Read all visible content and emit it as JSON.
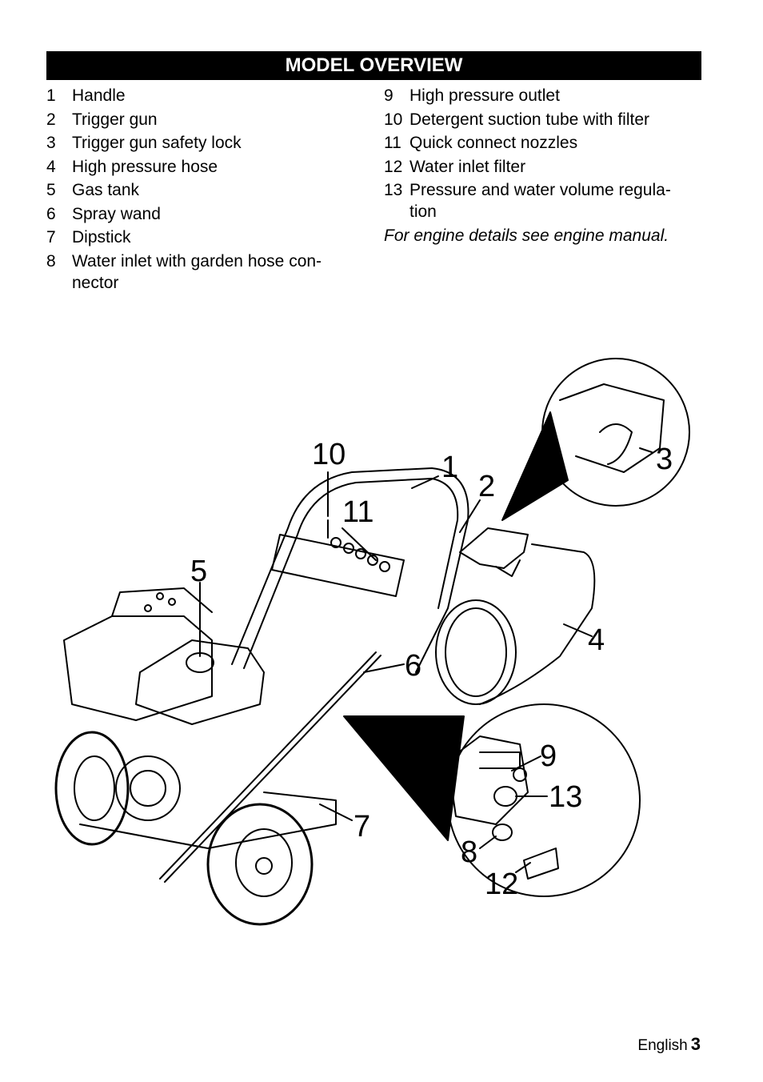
{
  "header": {
    "title": "MODEL OVERVIEW"
  },
  "parts_left": [
    {
      "num": "1",
      "label": "Handle"
    },
    {
      "num": "2",
      "label": "Trigger gun"
    },
    {
      "num": "3",
      "label": "Trigger gun safety lock"
    },
    {
      "num": "4",
      "label": "High pressure hose"
    },
    {
      "num": "5",
      "label": "Gas tank"
    },
    {
      "num": "6",
      "label": "Spray wand"
    },
    {
      "num": "7",
      "label": "Dipstick"
    },
    {
      "num": "8",
      "label": "Water inlet with garden hose con-",
      "label2": "nector"
    }
  ],
  "parts_right": [
    {
      "num": "9",
      "label": "High pressure outlet"
    },
    {
      "num": "10",
      "label": "Detergent suction tube with filter"
    },
    {
      "num": "11",
      "label": "Quick connect nozzles"
    },
    {
      "num": "12",
      "label": "Water inlet filter"
    },
    {
      "num": "13",
      "label": "Pressure and water volume regula-",
      "label2": "tion"
    }
  ],
  "note": "For engine details see engine manual.",
  "figure": {
    "callouts": [
      "1",
      "2",
      "3",
      "4",
      "5",
      "6",
      "7",
      "8",
      "9",
      "10",
      "11",
      "12",
      "13"
    ]
  },
  "footer": {
    "language": "English",
    "page": "3"
  }
}
